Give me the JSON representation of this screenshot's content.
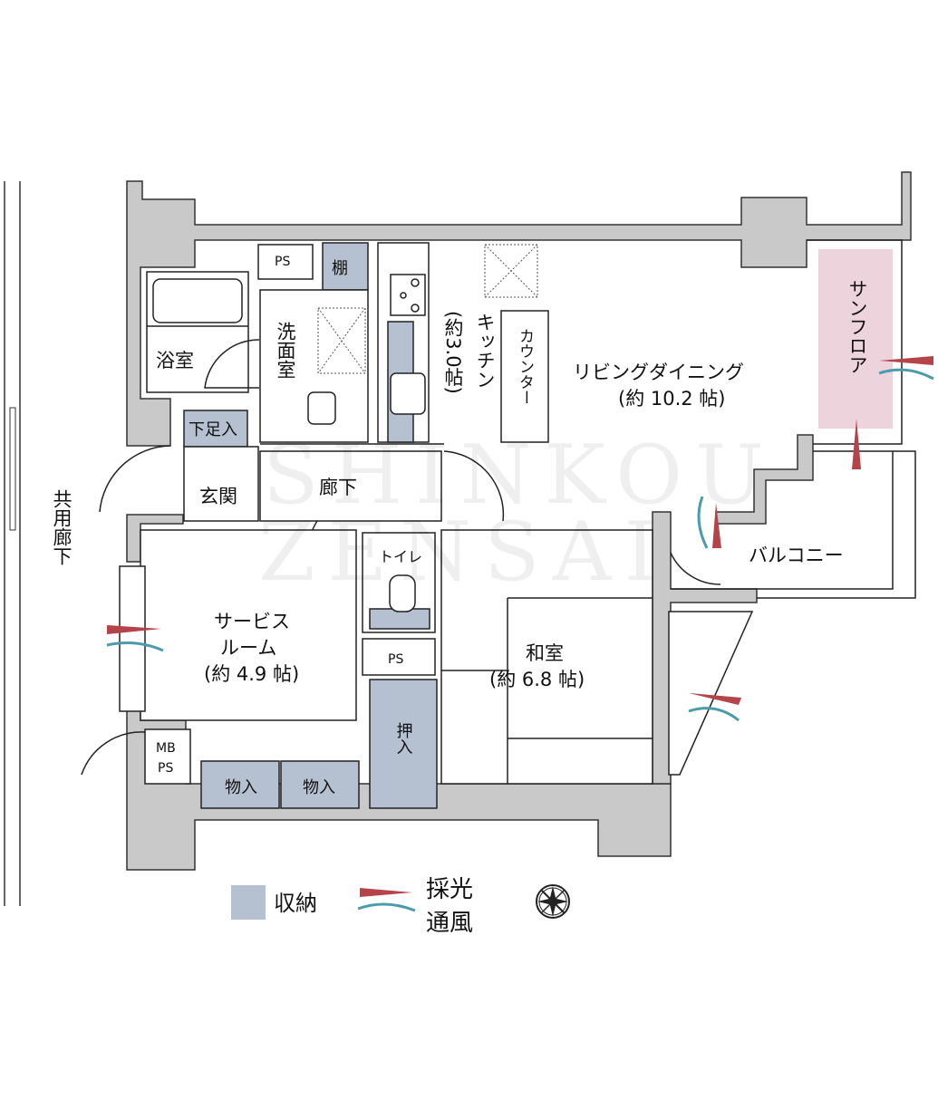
{
  "rooms": {
    "bath": "浴室",
    "washroom": "洗面室",
    "ps_top": "PS",
    "shelf": "棚",
    "kitchen": "キッチン",
    "kitchen_size": "(約3.0帖)",
    "counter": "カウンター",
    "living": "リビングダイニング",
    "living_size": "(約 10.2 帖)",
    "sunfloor": "サンフロア",
    "balcony": "バルコニー",
    "shoe": "下足入",
    "entrance": "玄関",
    "hall": "廊下",
    "toilet": "トイレ",
    "ps_mid": "PS",
    "closet": "押入",
    "japanese": "和室",
    "japanese_size": "(約 6.8 帖)",
    "service1": "サービス",
    "service2": "ルーム",
    "service_size": "(約 4.9 帖)",
    "mb": "MB",
    "mb_ps": "PS",
    "storage1": "物入",
    "storage2": "物入",
    "corridor": "共用廊下"
  },
  "legend": {
    "storage": "収納",
    "light": "採光",
    "wind": "通風"
  },
  "watermark": {
    "line1": "SHINKOU",
    "line2": "ZENSAI"
  },
  "colors": {
    "storage": "#b5c0d0",
    "sunfloor": "#ecd3dc",
    "light": "#b5434a",
    "wind": "#4a9bab",
    "wall": "#c9c9c9"
  }
}
